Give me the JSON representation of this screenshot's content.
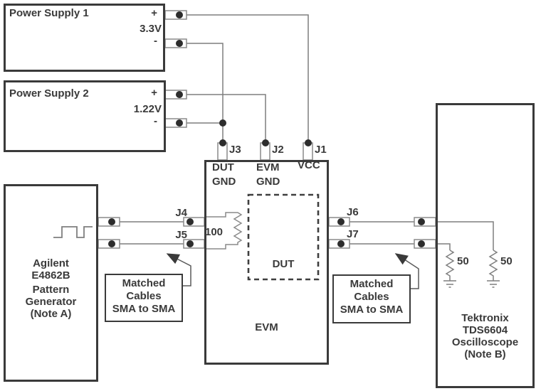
{
  "colors": {
    "box_border": "#3a3a3a",
    "wire": "#7f7f7f",
    "dot": "#2d2d2d",
    "text": "#3a3a3a",
    "background": "#ffffff"
  },
  "power_supplies": [
    {
      "title": "Power Supply 1",
      "plus": "+",
      "voltage": "3.3V",
      "minus": "-"
    },
    {
      "title": "Power Supply 2",
      "plus": "+",
      "voltage": "1.22V",
      "minus": "-"
    }
  ],
  "pattern_generator": {
    "name_lines": [
      "Agilent",
      "E4862B",
      "Pattern",
      "Generator",
      "(Note A)"
    ],
    "output_icon": "square-wave-icon"
  },
  "oscilloscope": {
    "name_lines": [
      "Tektronix",
      "TDS6604",
      "Oscilloscope",
      "(Note B)"
    ],
    "terminations": [
      "50",
      "50"
    ]
  },
  "evm": {
    "label": "EVM",
    "dut_label": "DUT",
    "top_connectors": [
      {
        "id": "J3",
        "signal": [
          "DUT",
          "GND"
        ]
      },
      {
        "id": "J2",
        "signal": [
          "EVM",
          "GND"
        ]
      },
      {
        "id": "J1",
        "signal": [
          "VCC"
        ]
      }
    ],
    "left_connectors": [
      "J4",
      "J5"
    ],
    "right_connectors": [
      "J6",
      "J7"
    ],
    "input_resistor": "100"
  },
  "cable_notes": [
    {
      "lines": [
        "Matched",
        "Cables",
        "SMA to SMA"
      ]
    },
    {
      "lines": [
        "Matched",
        "Cables",
        "SMA to SMA"
      ]
    }
  ]
}
